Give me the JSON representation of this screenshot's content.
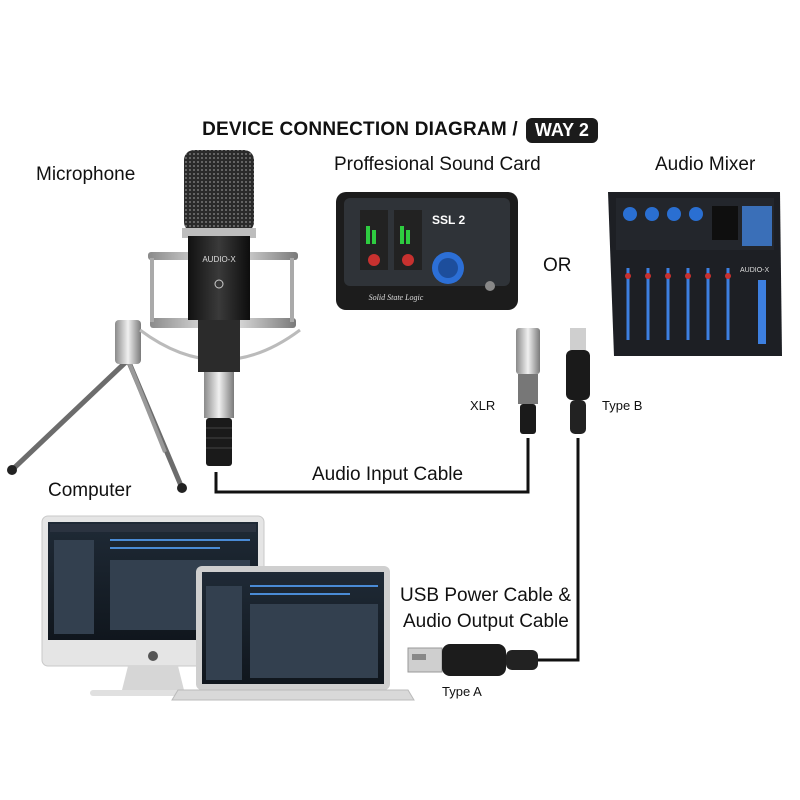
{
  "title": {
    "main": "DEVICE CONNECTION DIAGRAM /",
    "badge": "WAY 2"
  },
  "devices": {
    "microphone": "Microphone",
    "sound_card": "Proffesional Sound Card",
    "mixer": "Audio Mixer",
    "computer": "Computer",
    "or": "OR"
  },
  "connectors": {
    "xlr": "XLR",
    "type_b": "Type B",
    "type_a": "Type A"
  },
  "cables": {
    "audio_input": "Audio Input Cable",
    "usb_line1": "USB Power Cable &",
    "usb_line2": "Audio Output Cable"
  },
  "product_text": {
    "mic_brand": "AUDIO-X",
    "sound_card_brand": "Solid State Logic",
    "sound_card_model": "SSL 2",
    "mixer_brand": "AUDIO-X"
  },
  "colors": {
    "badge_bg": "#1b1b1b",
    "cable": "#111111",
    "knob_blue": "#2c6fd6"
  }
}
